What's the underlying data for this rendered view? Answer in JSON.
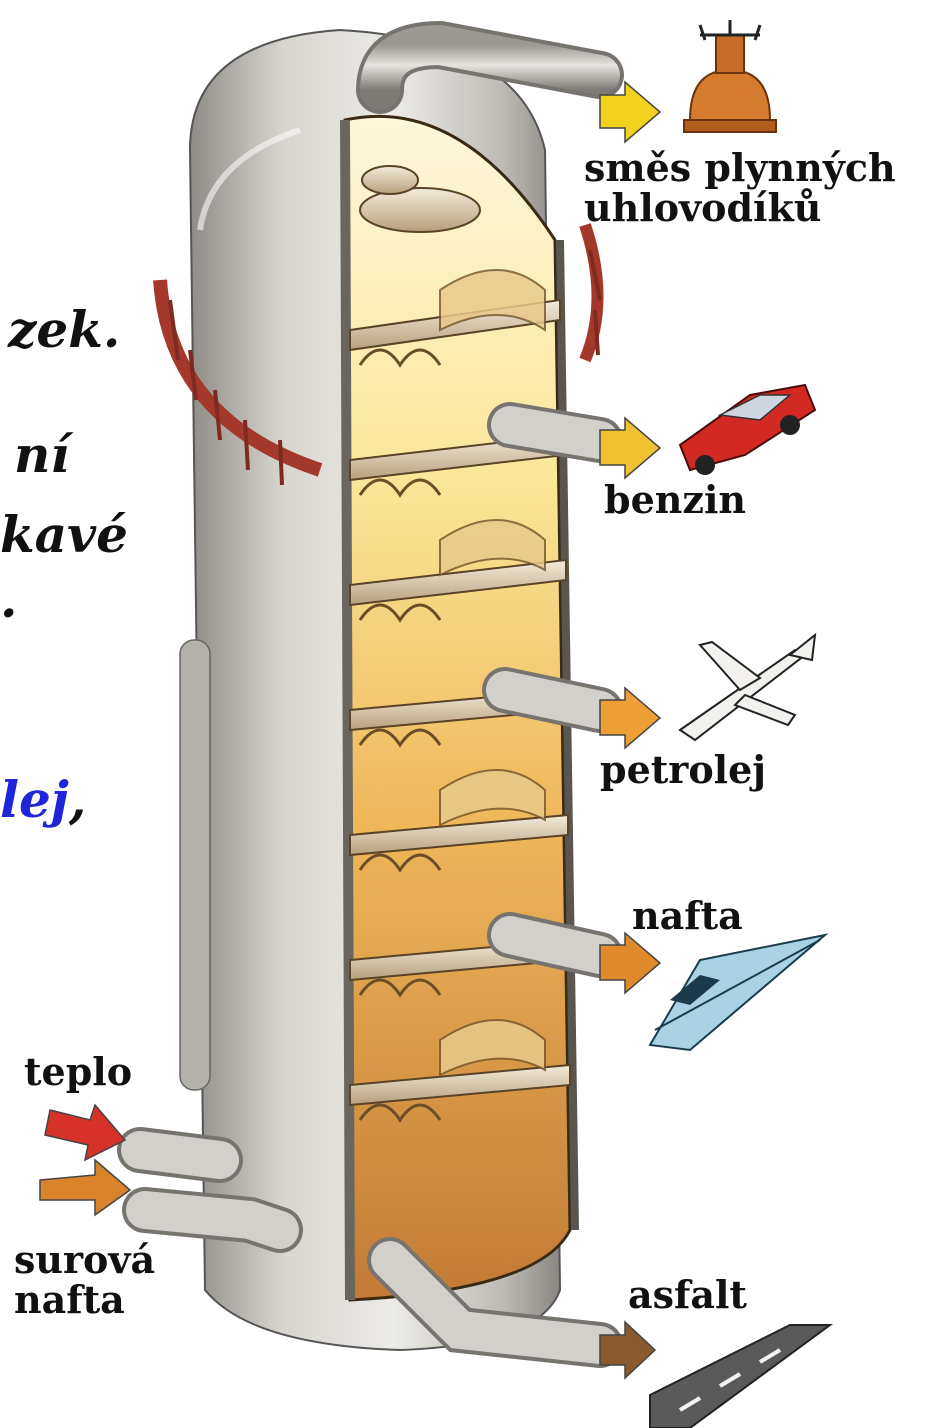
{
  "labels": {
    "gas": "směs plynných\nuhlovodíků",
    "benzin": "benzin",
    "petrolej": "petrolej",
    "nafta": "nafta",
    "asfalt": "asfalt",
    "teplo": "teplo",
    "surova": "surová\nnafta"
  },
  "slide_text": {
    "line1": "zek.",
    "line2": "ní",
    "line3": "kavé",
    "line4": ".",
    "line5_blue": "lej",
    "line5_comma": ","
  },
  "colors": {
    "steel": "#c9c6c0",
    "steel_dark": "#8e8b86",
    "interior_top": "#fff6c8",
    "interior_bottom": "#c98a3c",
    "railing": "#a4392b",
    "arrow_yellow": "#f2d21e",
    "arrow_orange": "#e8962a",
    "arrow_red": "#d6322a",
    "accent_blue": "#1f25d9"
  },
  "icons": [
    "gas-tank-icon",
    "car-icon",
    "airplane-icon",
    "train-icon",
    "road-icon"
  ]
}
